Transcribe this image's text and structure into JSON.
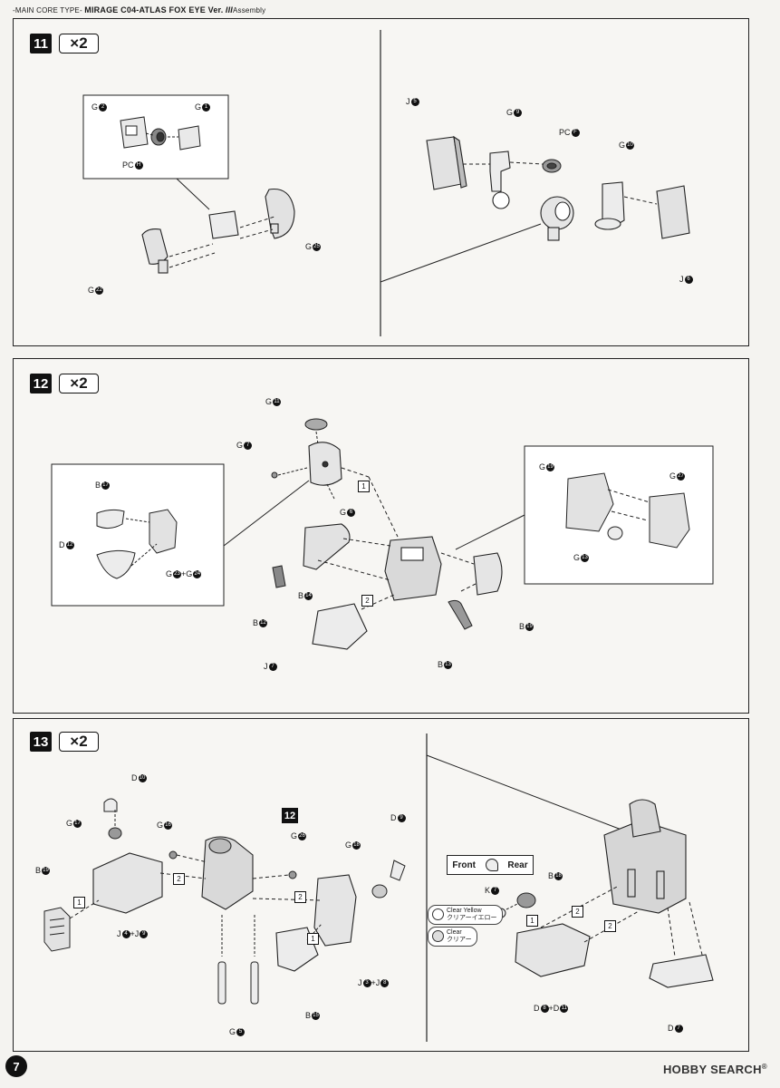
{
  "header": {
    "prefix": "-MAIN CORE TYPE-",
    "title": "MIRAGE C04-ATLAS FOX EYE Ver.",
    "roman": "III",
    "section": "Assembly"
  },
  "steps": [
    {
      "number": "11",
      "qty": "×2"
    },
    {
      "number": "12",
      "qty": "×2"
    },
    {
      "number": "13",
      "qty": "×2"
    }
  ],
  "step11": {
    "labels": [
      {
        "letter": "G",
        "num": "2"
      },
      {
        "letter": "G",
        "num": "1"
      },
      {
        "letter": "PC",
        "num": "H"
      },
      {
        "letter": "G",
        "num": "25"
      },
      {
        "letter": "G",
        "num": "22"
      },
      {
        "letter": "J",
        "num": "5"
      },
      {
        "letter": "G",
        "num": "9"
      },
      {
        "letter": "PC",
        "num": "F"
      },
      {
        "letter": "G",
        "num": "10"
      },
      {
        "letter": "J",
        "num": "6"
      }
    ]
  },
  "step12": {
    "labels": [
      {
        "letter": "G",
        "num": "11"
      },
      {
        "letter": "G",
        "num": "7"
      },
      {
        "letter": "G",
        "num": "6"
      },
      {
        "letter": "B",
        "num": "17"
      },
      {
        "letter": "D",
        "num": "12"
      },
      {
        "letter": "G",
        "num": "23",
        "plus": "G",
        "num2": "24"
      },
      {
        "letter": "G",
        "num": "19"
      },
      {
        "letter": "G",
        "num": "27"
      },
      {
        "letter": "G",
        "num": "13"
      },
      {
        "letter": "B",
        "num": "14"
      },
      {
        "letter": "B",
        "num": "12"
      },
      {
        "letter": "B",
        "num": "19"
      },
      {
        "letter": "B",
        "num": "13"
      },
      {
        "letter": "J",
        "num": "7"
      }
    ],
    "order": [
      "1",
      "2"
    ]
  },
  "step13": {
    "labels": [
      {
        "letter": "D",
        "num": "10"
      },
      {
        "letter": "G",
        "num": "17"
      },
      {
        "letter": "G",
        "num": "16"
      },
      {
        "letter": "G",
        "num": "26"
      },
      {
        "letter": "D",
        "num": "9"
      },
      {
        "letter": "G",
        "num": "18"
      },
      {
        "letter": "B",
        "num": "19"
      },
      {
        "letter": "J",
        "num": "4",
        "plus": "J",
        "num2": "9"
      },
      {
        "letter": "J",
        "num": "3",
        "plus": "J",
        "num2": "8"
      },
      {
        "letter": "G",
        "num": "5"
      },
      {
        "letter": "B",
        "num": "15"
      },
      {
        "letter": "K",
        "num": "7"
      },
      {
        "letter": "B",
        "num": "18"
      },
      {
        "letter": "D",
        "num": "8",
        "plus": "D",
        "num2": "11"
      },
      {
        "letter": "D",
        "num": "7"
      }
    ],
    "ref_step": "12",
    "orientation": {
      "front": "Front",
      "rear": "Rear"
    },
    "clear_yellow": {
      "en": "Clear Yellow",
      "jp": "クリアーイエロー"
    },
    "clear": {
      "en": "Clear",
      "jp": "クリアー"
    },
    "order": [
      "1",
      "2"
    ]
  },
  "footer": {
    "page": "7",
    "watermark": "HOBBY SEARCH",
    "reg": "®"
  }
}
